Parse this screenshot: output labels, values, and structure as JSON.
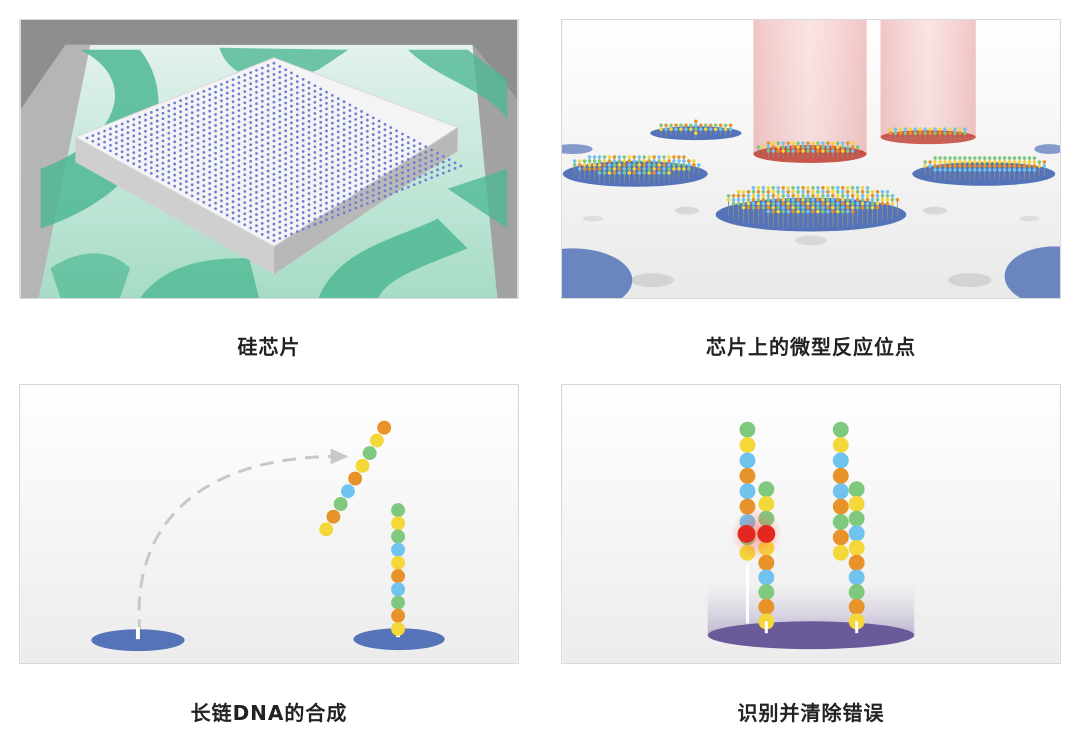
{
  "panels": [
    {
      "caption": "硅芯片"
    },
    {
      "caption": "芯片上的微型反应位点"
    },
    {
      "caption": "长链DNA的合成"
    },
    {
      "caption": "识别并清除错误"
    }
  ],
  "colors": {
    "base_green": "#7fc97f",
    "base_yellow": "#f4d83a",
    "base_blue": "#6fc3ee",
    "base_orange": "#e8922a",
    "error_red": "#e3281f",
    "site_blue": "#5473b8",
    "board_green": "#4fb993",
    "laser_red": "#e07070"
  },
  "strands": {
    "falling": [
      "orange",
      "yellow",
      "green",
      "yellow",
      "orange",
      "blue",
      "green",
      "orange",
      "yellow"
    ],
    "growing": [
      "green",
      "yellow",
      "green",
      "blue",
      "yellow",
      "orange",
      "blue",
      "green",
      "orange",
      "yellow"
    ],
    "left_long": [
      "green",
      "yellow",
      "blue",
      "orange",
      "blue",
      "orange",
      "blue",
      "green",
      "yellow"
    ],
    "left_short": [
      "green",
      "yellow",
      "green",
      "blue",
      "yellow",
      "orange",
      "blue",
      "green",
      "orange",
      "yellow"
    ],
    "right_long": [
      "green",
      "yellow",
      "blue",
      "orange",
      "blue",
      "orange",
      "green",
      "orange",
      "yellow"
    ],
    "right_short": [
      "green",
      "yellow",
      "green",
      "blue",
      "yellow",
      "orange",
      "blue",
      "green",
      "orange",
      "yellow"
    ]
  }
}
